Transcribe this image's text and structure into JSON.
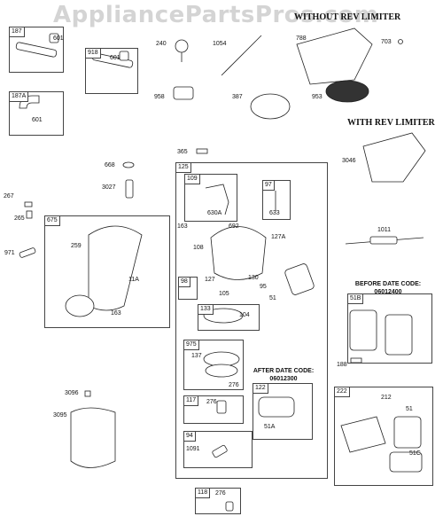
{
  "watermark": "AppliancePartsPros.com",
  "headers": {
    "without_rev_limiter": "WITHOUT REV LIMITER",
    "with_rev_limiter": "WITH REV LIMITER",
    "before_date_code": "BEFORE DATE CODE:",
    "before_date_value": "06012400",
    "after_date_code": "AFTER DATE CODE:",
    "after_date_value": "06012300"
  },
  "boxes": {
    "b187": "187",
    "b918": "918",
    "b187a": "187A",
    "b675": "675",
    "b125": "125",
    "b109": "109",
    "b97": "97",
    "b98": "98",
    "b133": "133",
    "b975": "975",
    "b117": "117",
    "b94": "94",
    "b122": "122",
    "b51b": "51B",
    "b222": "222",
    "b118": "118"
  },
  "parts": {
    "p601a": "601",
    "p601b": "601",
    "p601c": "601",
    "p240": "240",
    "p1054": "1054",
    "p788": "788",
    "p703": "703",
    "p958": "958",
    "p387": "387",
    "p953": "953",
    "p3046": "3046",
    "p365": "365",
    "p668": "668",
    "p3027": "3027",
    "p267": "267",
    "p265": "265",
    "p971": "971",
    "p259": "259",
    "p11a": "11A",
    "p163a": "163",
    "p630a": "630A",
    "p633": "633",
    "p163b": "163",
    "p692": "692",
    "p108": "108",
    "p127a": "127A",
    "p127": "127",
    "p130": "130",
    "p95": "95",
    "p105": "105",
    "p51": "51",
    "p104": "104",
    "p137": "137",
    "p276a": "276",
    "p276b": "276",
    "p1091": "1091",
    "p51a": "51A",
    "p1011": "1011",
    "p188": "188",
    "p212": "212",
    "p51c": "51C",
    "p51d": "51",
    "p3096": "3096",
    "p3095": "3095",
    "p276c": "276"
  }
}
